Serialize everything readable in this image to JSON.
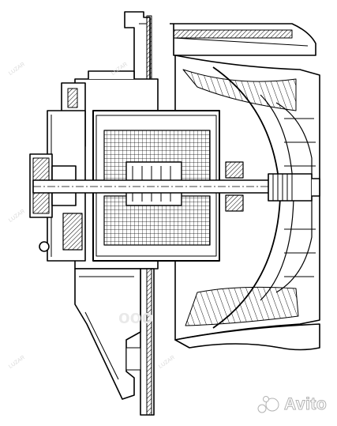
{
  "watermark": {
    "brand": "Avito",
    "center": "ооо",
    "repeat_text": "LUZAR"
  },
  "drawing": {
    "subject": "blower-motor-cross-section",
    "line_color": "#000000",
    "hatch_color": "#000000",
    "background": "#ffffff"
  }
}
